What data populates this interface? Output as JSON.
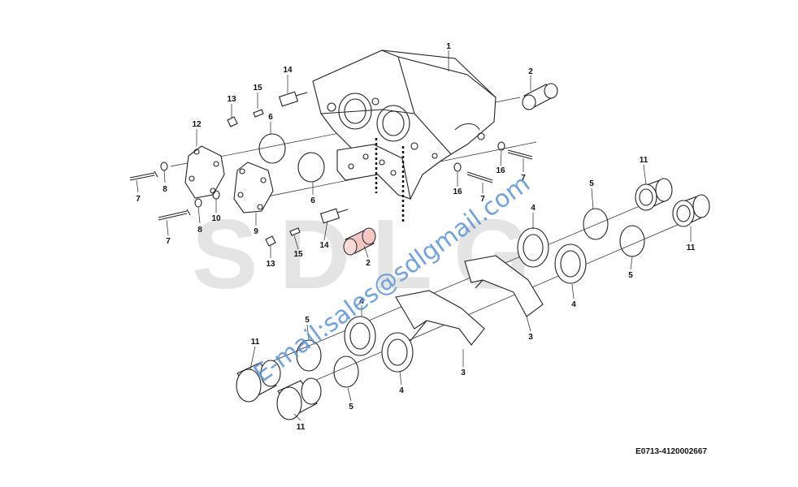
{
  "watermark": {
    "logo": "SDLG",
    "email": "E-mail:sales@sdlgmail.com"
  },
  "drawing_code": "E0713-4120002667",
  "callouts": [
    {
      "id": "c1",
      "text": "1"
    },
    {
      "id": "c2a",
      "text": "2"
    },
    {
      "id": "c2b",
      "text": "2"
    },
    {
      "id": "c3a",
      "text": "3"
    },
    {
      "id": "c3b",
      "text": "3"
    },
    {
      "id": "c4a",
      "text": "4"
    },
    {
      "id": "c4b",
      "text": "4"
    },
    {
      "id": "c4c",
      "text": "4"
    },
    {
      "id": "c4d",
      "text": "4"
    },
    {
      "id": "c5a",
      "text": "5"
    },
    {
      "id": "c5b",
      "text": "5"
    },
    {
      "id": "c5c",
      "text": "5"
    },
    {
      "id": "c5d",
      "text": "5"
    },
    {
      "id": "c6a",
      "text": "6"
    },
    {
      "id": "c6b",
      "text": "6"
    },
    {
      "id": "c7a",
      "text": "7"
    },
    {
      "id": "c7b",
      "text": "7"
    },
    {
      "id": "c7c",
      "text": "7"
    },
    {
      "id": "c7d",
      "text": "7"
    },
    {
      "id": "c8a",
      "text": "8"
    },
    {
      "id": "c8b",
      "text": "8"
    },
    {
      "id": "c9",
      "text": "9"
    },
    {
      "id": "c10",
      "text": "10"
    },
    {
      "id": "c11a",
      "text": "11"
    },
    {
      "id": "c11b",
      "text": "11"
    },
    {
      "id": "c11c",
      "text": "11"
    },
    {
      "id": "c11d",
      "text": "11"
    },
    {
      "id": "c12",
      "text": "12"
    },
    {
      "id": "c13a",
      "text": "13"
    },
    {
      "id": "c13b",
      "text": "13"
    },
    {
      "id": "c14a",
      "text": "14"
    },
    {
      "id": "c14b",
      "text": "14"
    },
    {
      "id": "c15a",
      "text": "15"
    },
    {
      "id": "c15b",
      "text": "15"
    },
    {
      "id": "c16a",
      "text": "16"
    },
    {
      "id": "c16b",
      "text": "16"
    }
  ]
}
